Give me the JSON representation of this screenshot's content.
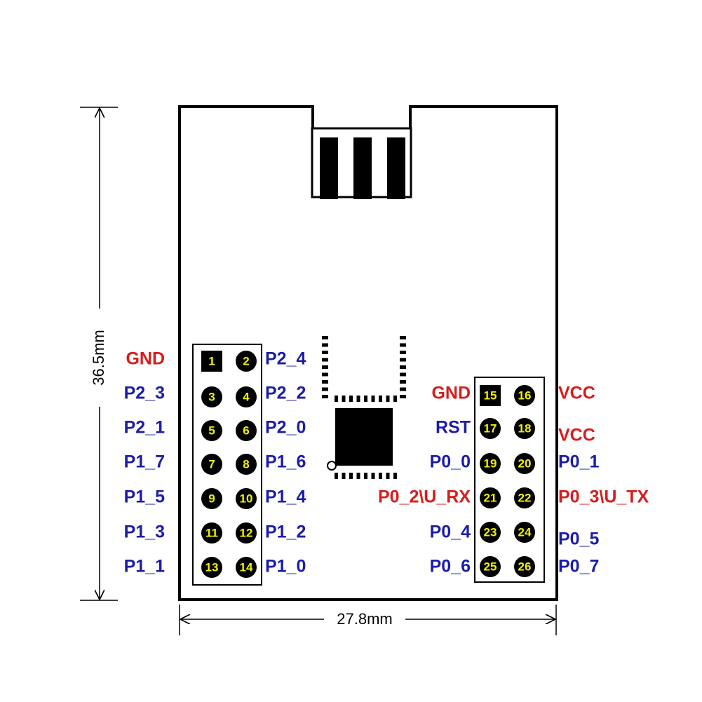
{
  "colors": {
    "blue": "#1c1ca8",
    "red": "#d81c1c",
    "pin_text": "#f2f200",
    "line": "#000000"
  },
  "dimensions": {
    "height_label": "36.5mm",
    "width_label": "27.8mm"
  },
  "header_left": {
    "pins": [
      {
        "num": "1",
        "shape": "square"
      },
      {
        "num": "2"
      },
      {
        "num": "3"
      },
      {
        "num": "4"
      },
      {
        "num": "5"
      },
      {
        "num": "6"
      },
      {
        "num": "7"
      },
      {
        "num": "8"
      },
      {
        "num": "9"
      },
      {
        "num": "10"
      },
      {
        "num": "11"
      },
      {
        "num": "12"
      },
      {
        "num": "13"
      },
      {
        "num": "14"
      }
    ],
    "labels_left": [
      {
        "text": "GND",
        "color": "red"
      },
      {
        "text": "P2_3",
        "color": "blue"
      },
      {
        "text": "P2_1",
        "color": "blue"
      },
      {
        "text": "P1_7",
        "color": "blue"
      },
      {
        "text": "P1_5",
        "color": "blue"
      },
      {
        "text": "P1_3",
        "color": "blue"
      },
      {
        "text": "P1_1",
        "color": "blue"
      }
    ],
    "labels_right": [
      {
        "text": "P2_4",
        "color": "blue"
      },
      {
        "text": "P2_2",
        "color": "blue"
      },
      {
        "text": "P2_0",
        "color": "blue"
      },
      {
        "text": "P1_6",
        "color": "blue"
      },
      {
        "text": "P1_4",
        "color": "blue"
      },
      {
        "text": "P1_2",
        "color": "blue"
      },
      {
        "text": "P1_0",
        "color": "blue"
      }
    ]
  },
  "header_right": {
    "pins": [
      {
        "num": "15",
        "shape": "square"
      },
      {
        "num": "16"
      },
      {
        "num": "17"
      },
      {
        "num": "18"
      },
      {
        "num": "19"
      },
      {
        "num": "20"
      },
      {
        "num": "21"
      },
      {
        "num": "22"
      },
      {
        "num": "23"
      },
      {
        "num": "24"
      },
      {
        "num": "25"
      },
      {
        "num": "26"
      }
    ],
    "labels_left": [
      {
        "text": "GND",
        "color": "red"
      },
      {
        "text": "RST",
        "color": "blue"
      },
      {
        "text": "P0_0",
        "color": "blue"
      },
      {
        "text": "P0_2\\U_RX",
        "color": "red"
      },
      {
        "text": "P0_4",
        "color": "blue"
      },
      {
        "text": "P0_6",
        "color": "blue"
      }
    ],
    "labels_right": [
      {
        "text": "VCC",
        "color": "red"
      },
      {
        "text": "VCC",
        "color": "red"
      },
      {
        "text": "P0_1",
        "color": "blue"
      },
      {
        "text": "P0_3\\U_TX",
        "color": "red"
      },
      {
        "text": "P0_5",
        "color": "blue"
      },
      {
        "text": "P0_7",
        "color": "blue"
      }
    ]
  }
}
